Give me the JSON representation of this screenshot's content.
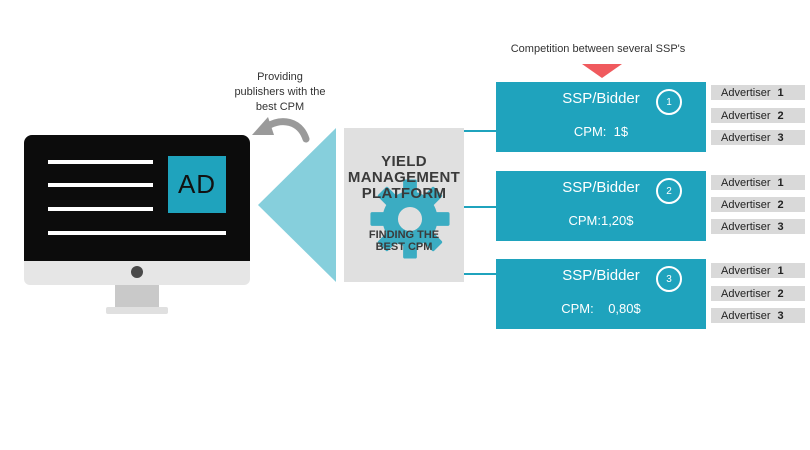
{
  "competition": {
    "label": "Competition between several SSP's",
    "marker_color": "#f05a5e"
  },
  "providing": {
    "lines": [
      "Providing",
      "publishers with the",
      "best CPM"
    ]
  },
  "monitor": {
    "ad_label": "AD"
  },
  "platform": {
    "title_lines": [
      "YIELD",
      "MANAGEMENT",
      "PLATFORM"
    ],
    "subtitle_lines": [
      "FINDING THE",
      "BEST CPM"
    ]
  },
  "colors": {
    "accent": "#1fa3bd",
    "funnel": "#86cfdc",
    "gear": "#1fa3bd",
    "platform_bg": "#e0e0e0"
  },
  "ssps": [
    {
      "title": "SSP/Bidder",
      "number": "1",
      "cpm": "CPM:  1$",
      "advertisers": [
        {
          "label": "Advertiser",
          "num": "1"
        },
        {
          "label": "Advertiser",
          "num": "2"
        },
        {
          "label": "Advertiser",
          "num": "3"
        }
      ]
    },
    {
      "title": "SSP/Bidder",
      "number": "2",
      "cpm": "CPM:1,20$",
      "advertisers": [
        {
          "label": "Advertiser",
          "num": "1"
        },
        {
          "label": "Advertiser",
          "num": "2"
        },
        {
          "label": "Advertiser",
          "num": "3"
        }
      ]
    },
    {
      "title": "SSP/Bidder",
      "number": "3",
      "cpm": "CPM:    0,80$",
      "advertisers": [
        {
          "label": "Advertiser",
          "num": "1"
        },
        {
          "label": "Advertiser",
          "num": "2"
        },
        {
          "label": "Advertiser",
          "num": "3"
        }
      ]
    }
  ]
}
